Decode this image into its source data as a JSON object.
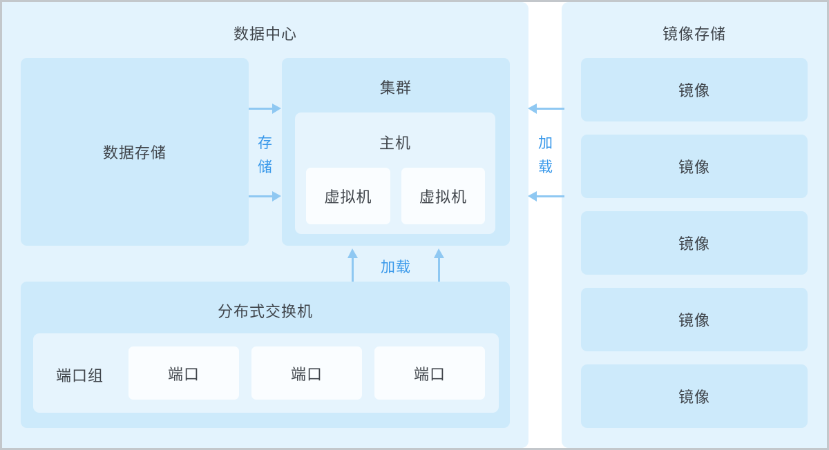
{
  "colors": {
    "panel_bg": "#e3f3fd",
    "box_bg": "#cdeafb",
    "inner_bg": "#e6f4fd",
    "leaf_bg": "#fafdff",
    "arrow": "#8fc8f2",
    "label_blue": "#3898ea",
    "text_dark": "#3f444a",
    "frame_border": "#c3c7cb",
    "gap_bg": "#ffffff"
  },
  "datacenter": {
    "title": "数据中心",
    "data_storage_label": "数据存储",
    "cluster": {
      "title": "集群",
      "host": {
        "title": "主机",
        "vms": [
          "虚拟机",
          "虚拟机"
        ]
      }
    },
    "switch": {
      "title": "分布式交换机",
      "port_group_label": "端口组",
      "ports": [
        "端口",
        "端口",
        "端口"
      ]
    }
  },
  "image_storage": {
    "title": "镜像存储",
    "images": [
      "镜像",
      "镜像",
      "镜像",
      "镜像",
      "镜像"
    ]
  },
  "connections": {
    "store_label": "存储",
    "load_right_label": "加载",
    "load_bottom_label": "加载"
  }
}
